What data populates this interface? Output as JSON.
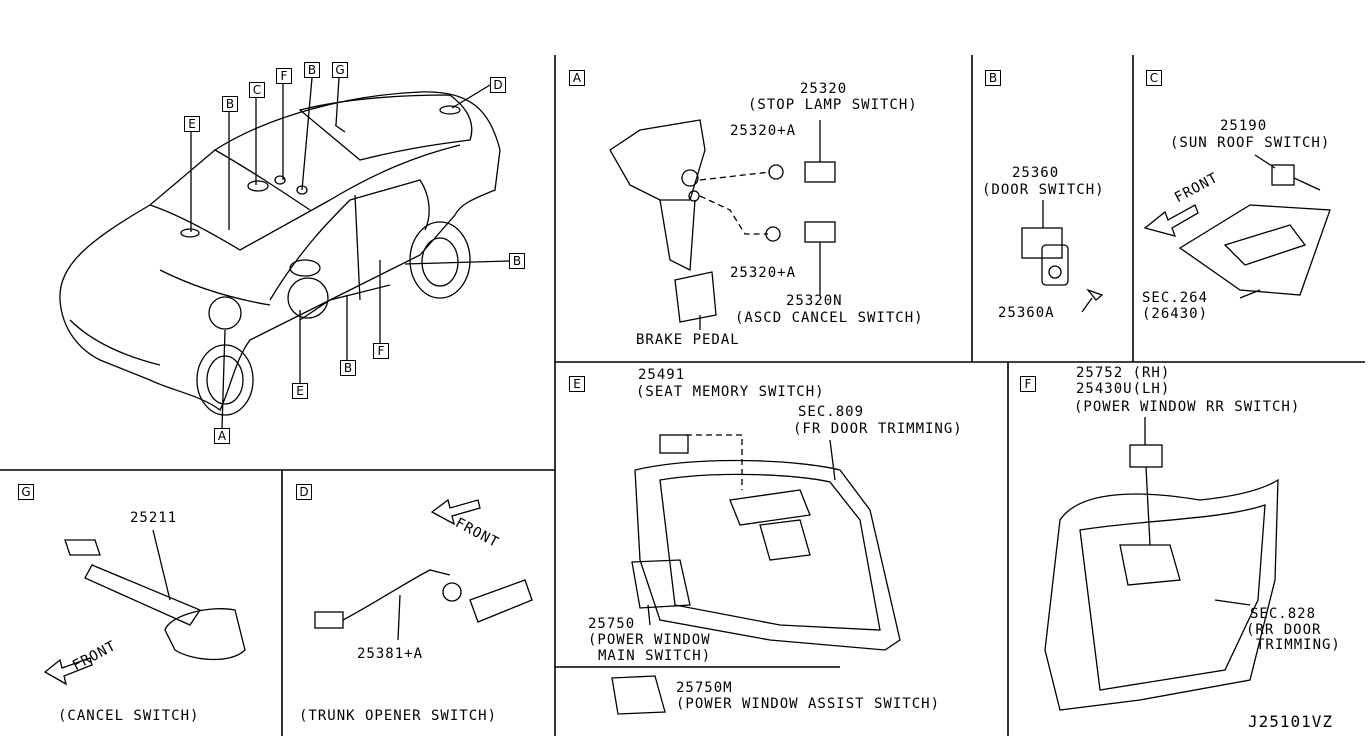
{
  "diagram_id": "J25101VZ",
  "overview": {
    "callouts": [
      "F",
      "B",
      "G",
      "C",
      "D",
      "E",
      "B",
      "B",
      "A",
      "E",
      "B",
      "F"
    ]
  },
  "panel_a": {
    "tag": "A",
    "part1_no": "25320",
    "part1_name": "(STOP LAMP SWITCH)",
    "part2_no": "25320+A",
    "part3_no": "25320+A",
    "part4_no": "25320N",
    "part4_name": "(ASCD CANCEL SWITCH)",
    "pedal_label": "BRAKE PEDAL"
  },
  "panel_b": {
    "tag": "B",
    "part1_no": "25360",
    "part1_name": "(DOOR SWITCH)",
    "part2_no": "25360A"
  },
  "panel_c": {
    "tag": "C",
    "part_no": "25190",
    "part_name": "(SUN ROOF SWITCH)",
    "front": "FRONT",
    "sec": "SEC.264",
    "sec_part": "(26430)"
  },
  "panel_g": {
    "tag": "G",
    "part_no": "25211",
    "front": "FRONT",
    "caption": "(CANCEL SWITCH)"
  },
  "panel_d": {
    "tag": "D",
    "part_no": "25381+A",
    "front": "FRONT",
    "caption": "(TRUNK OPENER SWITCH)"
  },
  "panel_e": {
    "tag": "E",
    "part1_no": "25491",
    "part1_name": "(SEAT MEMORY SWITCH)",
    "sec": "SEC.809",
    "sec_name": "(FR DOOR TRIMMING)",
    "part2_no": "25750",
    "part2_name_1": "(POWER WINDOW",
    "part2_name_2": "MAIN SWITCH)",
    "part3_no": "25750M",
    "part3_name": "(POWER WINDOW ASSIST SWITCH)"
  },
  "panel_f": {
    "tag": "F",
    "part1_no": "25752 (RH)",
    "part2_no": "25430U(LH)",
    "part_name": "(POWER WINDOW RR SWITCH)",
    "sec": "SEC.828",
    "sec_name_1": "(RR DOOR",
    "sec_name_2": "TRIMMING)"
  }
}
